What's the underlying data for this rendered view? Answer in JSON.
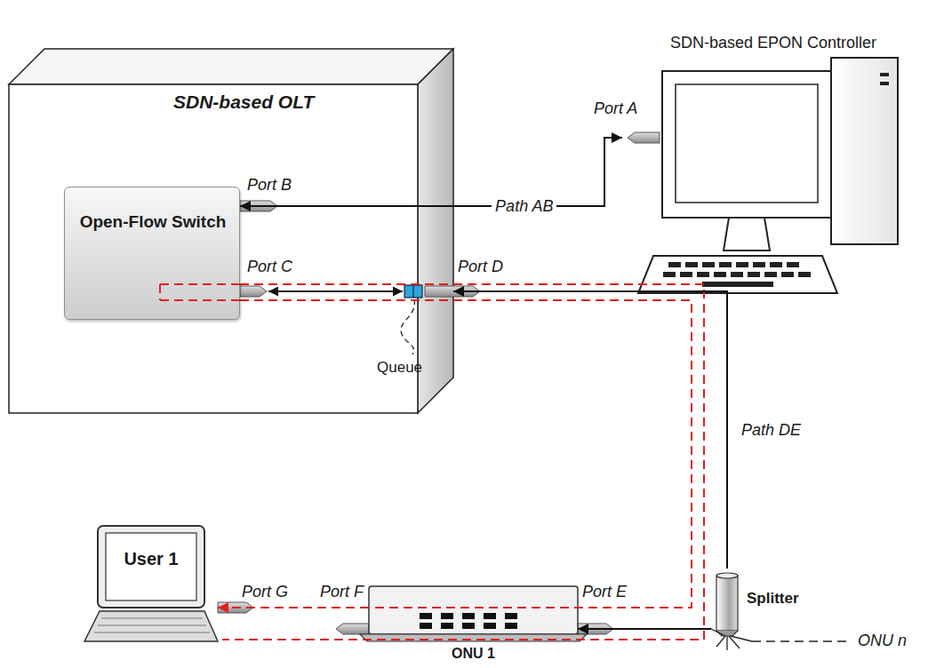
{
  "diagram": {
    "nodes": [
      {
        "text": [
          "SDN-based EPON Controller"
        ]
      },
      {
        "text": [
          "SDN-based OLT"
        ]
      },
      {
        "text": [
          "Open-Flow Switch"
        ],
        "in": 1
      },
      {
        "text": [
          "Splitter"
        ]
      },
      {
        "text": [
          "ONU 1"
        ]
      },
      {
        "text": [
          "User 1"
        ]
      }
    ],
    "edges": [
      {
        "from": 0,
        "to": 2,
        "arrow": "both",
        "label": "Path AB"
      },
      {
        "from": 3,
        "to": 1,
        "arrow": "to",
        "label": "Path DE"
      },
      {
        "from": 3,
        "to": 4,
        "arrow": "to"
      },
      {
        "from": 4,
        "to": 5,
        "arrow": "to"
      }
    ],
    "labels": [
      "Port A",
      "Port B",
      "Port C",
      "Port D",
      "Queue",
      "Port E",
      "Port F",
      "Port G",
      "ONU n"
    ]
  }
}
